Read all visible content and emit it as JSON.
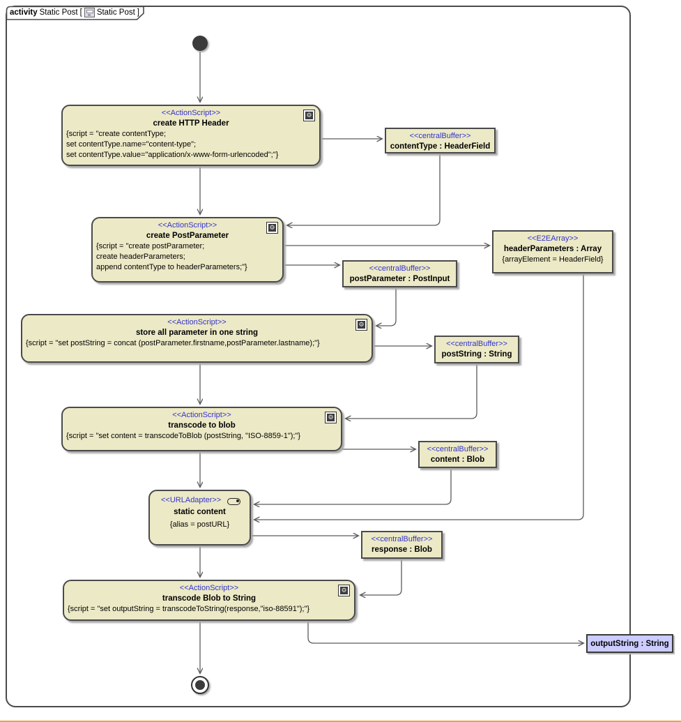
{
  "frame": {
    "keyword": "activity",
    "name": "Static Post",
    "bracket_open": "[",
    "diagram_name": "Static Post",
    "bracket_close": "]"
  },
  "icons": {
    "script_gear_glyph": "⚙"
  },
  "colors": {
    "node_fill": "#ECE9C6",
    "node_border": "#4A4A4A",
    "stereotype_blue": "#3333CC",
    "parameter_fill": "#CCCCFF",
    "edge_gray": "#5A5A5A"
  },
  "nodes": {
    "createHttpHeader": {
      "stereotype": "<<ActionScript>>",
      "name": "create HTTP Header",
      "body": [
        "{script = \"create contentType;",
        "set contentType.name=\"content-type\";",
        "set contentType.value=\"application/x-www-form-urlencoded\";\"}"
      ]
    },
    "contentType": {
      "stereotype": "<<centralBuffer>>",
      "name": "contentType : HeaderField"
    },
    "createPostParameter": {
      "stereotype": "<<ActionScript>>",
      "name": "create PostParameter",
      "body": [
        "{script = \"create postParameter;",
        "create headerParameters;",
        "append contentType to headerParameters;\"}"
      ]
    },
    "postParameter": {
      "stereotype": "<<centralBuffer>>",
      "name": "postParameter : PostInput"
    },
    "headerParameters": {
      "stereotype": "<<E2EArray>>",
      "name": "headerParameters : Array",
      "body": [
        "{arrayElement = HeaderField}"
      ]
    },
    "storeAllParameter": {
      "stereotype": "<<ActionScript>>",
      "name": "store all parameter in one string",
      "body": [
        "{script = \"set postString = concat (postParameter.firstname,postParameter.lastname);\"}"
      ]
    },
    "postString": {
      "stereotype": "<<centralBuffer>>",
      "name": "postString : String"
    },
    "transcodeToBlob": {
      "stereotype": "<<ActionScript>>",
      "name": "transcode to blob",
      "body": [
        "{script = \"set content = transcodeToBlob (postString, \"ISO-8859-1\");\"}"
      ]
    },
    "content": {
      "stereotype": "<<centralBuffer>>",
      "name": "content : Blob"
    },
    "staticContent": {
      "stereotype": "<<URLAdapter>>",
      "name": "static content",
      "body": [
        "{alias = postURL}"
      ]
    },
    "response": {
      "stereotype": "<<centralBuffer>>",
      "name": "response : Blob"
    },
    "transcodeBlobToString": {
      "stereotype": "<<ActionScript>>",
      "name": "transcode Blob to String",
      "body": [
        "{script = \"set outputString = transcodeToString(response,\"iso-88591\");\"}"
      ]
    },
    "outputString": {
      "name": "outputString : String"
    }
  }
}
